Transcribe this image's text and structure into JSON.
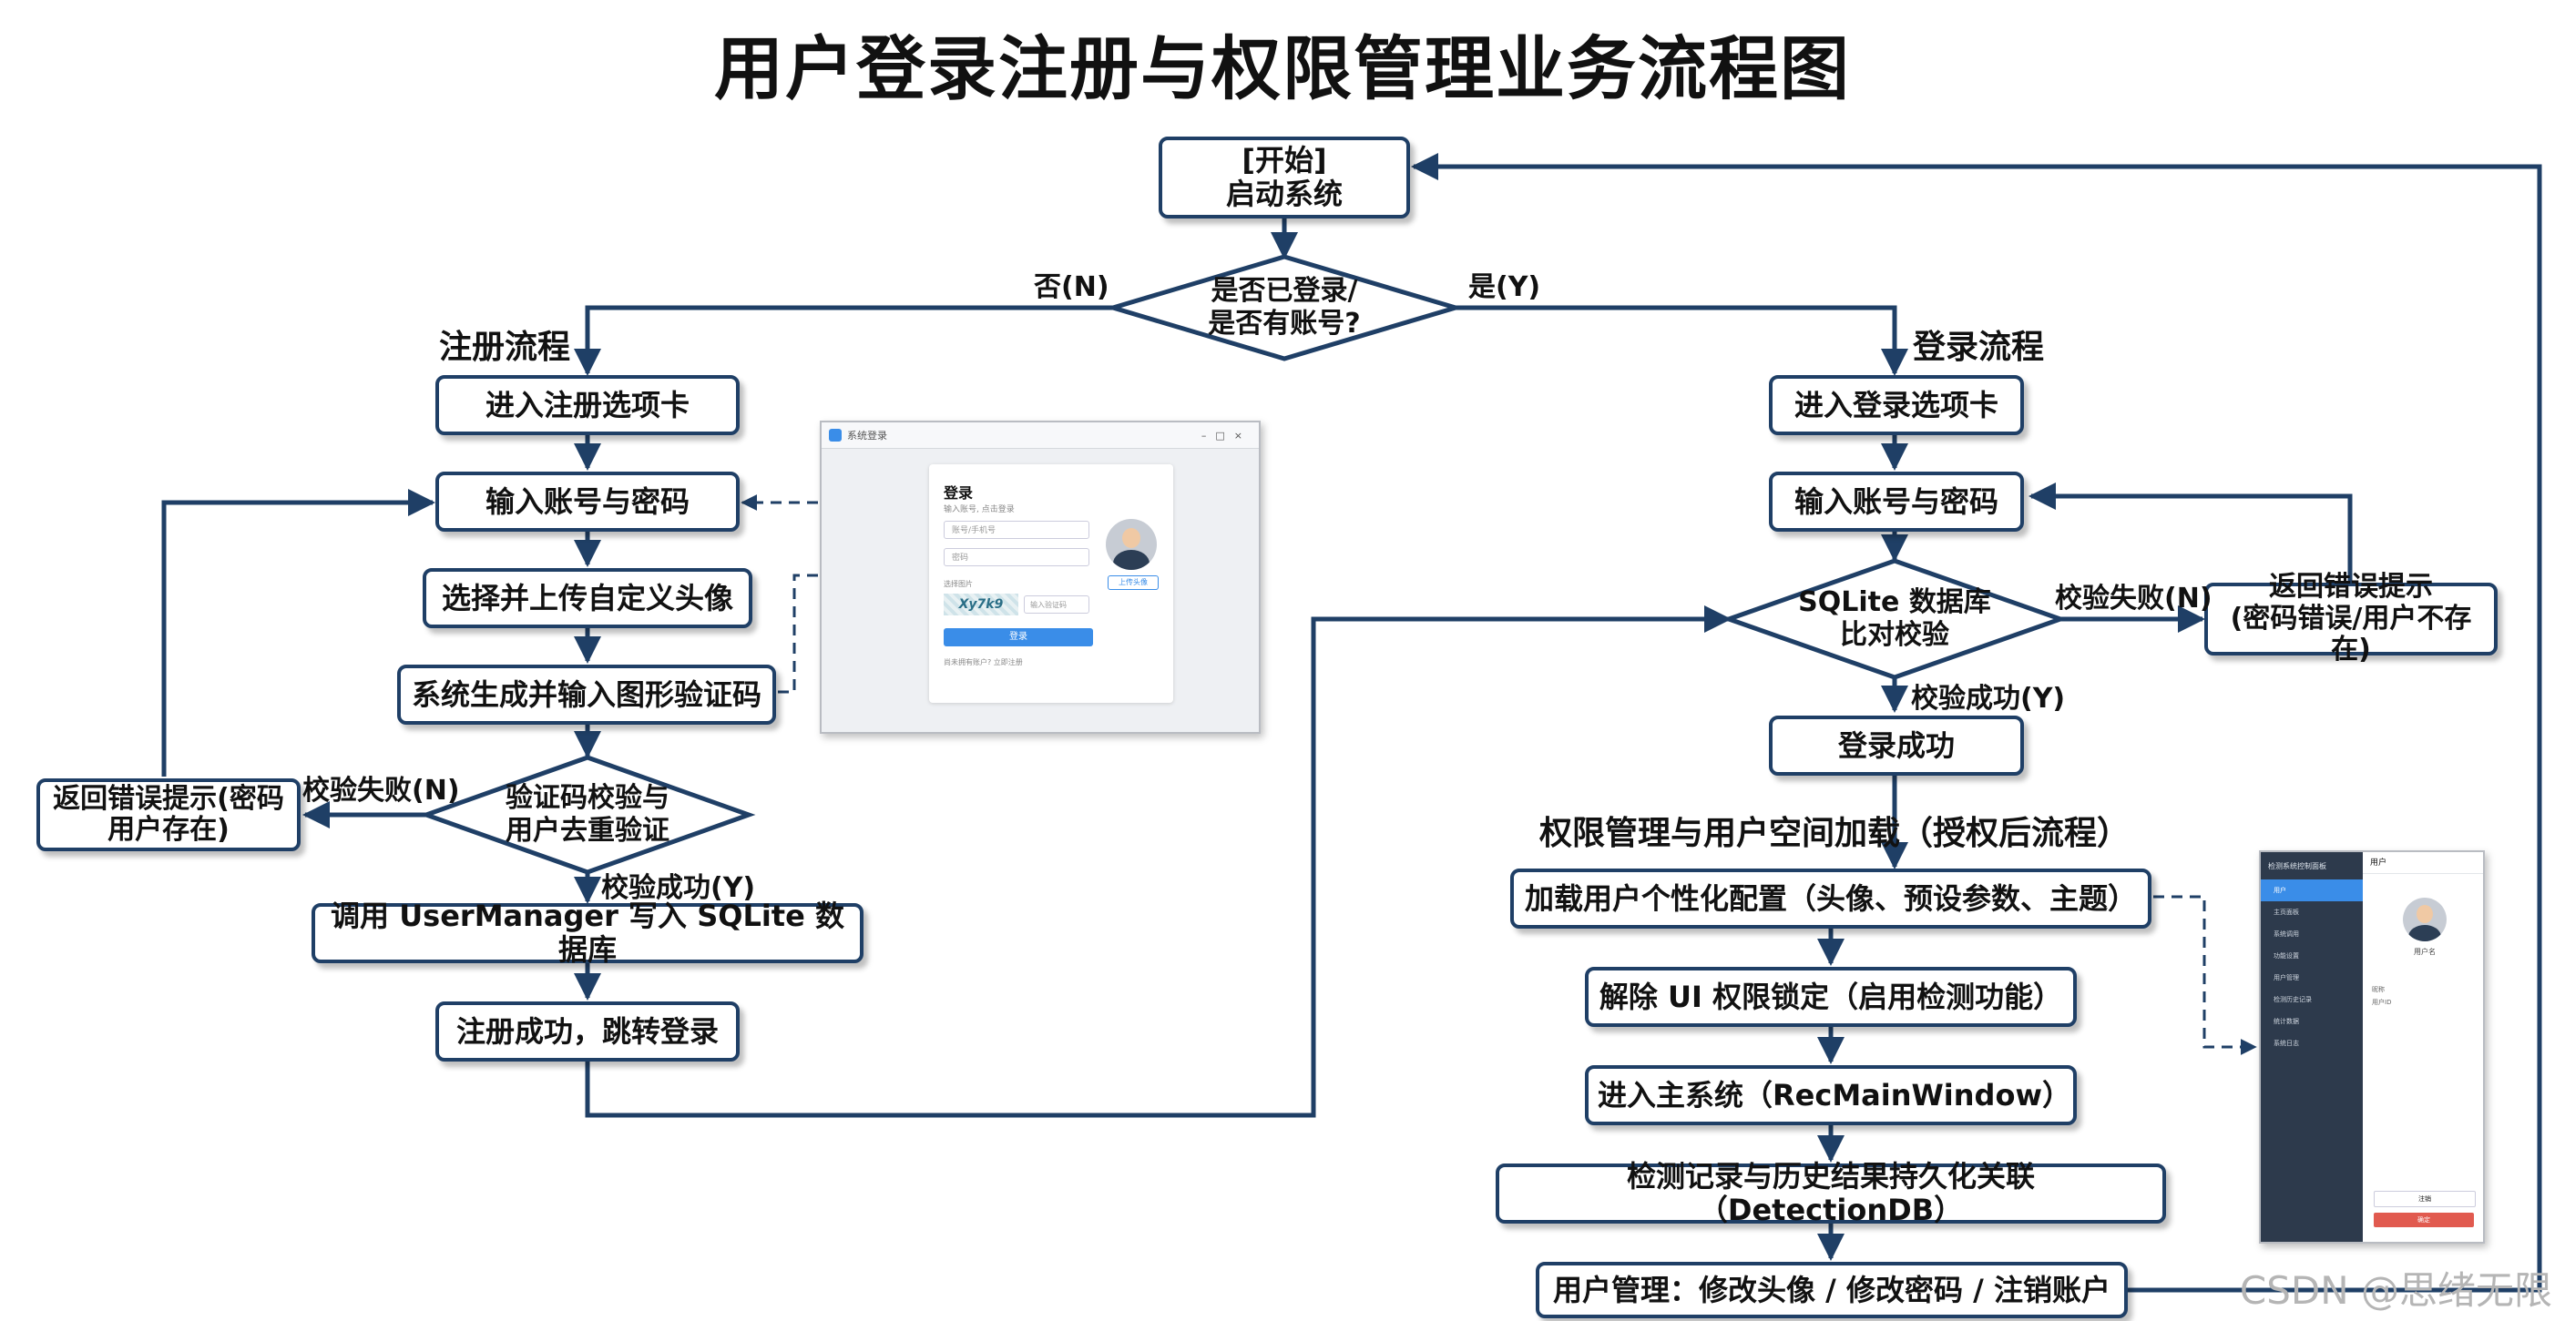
{
  "title": "用户登录注册与权限管理业务流程图",
  "nodes": {
    "start": "[开始]\n启动系统",
    "decision_login": "是否已登录/\n是否有账号?",
    "reg_tab": "进入注册选项卡",
    "reg_input": "输入账号与密码",
    "reg_avatar": "选择并上传自定义头像",
    "reg_captcha": "系统生成并输入图形验证码",
    "reg_verify": "验证码校验与\n用户去重验证",
    "reg_error": "返回错误提示(密码\n用户存在)",
    "reg_write": "调用 UserManager 写入 SQLite 数据库",
    "reg_success": "注册成功，跳转登录",
    "login_tab": "进入登录选项卡",
    "login_input": "输入账号与密码",
    "login_check": "SQLite 数据库\n比对校验",
    "login_error": "返回错误提示\n(密码错误/用户不存在)",
    "login_success": "登录成功",
    "perm_config": "加载用户个性化配置（头像、预设参数、主题）",
    "perm_unlock": "解除 UI 权限锁定（启用检测功能）",
    "perm_main": "进入主系统（RecMainWindow）",
    "perm_db": "检测记录与历史结果持久化关联（DetectionDB）",
    "perm_user": "用户管理：修改头像 / 修改密码 / 注销账户"
  },
  "labels": {
    "no": "否(N)",
    "yes": "是(Y)",
    "reg_section": "注册流程",
    "login_section": "登录流程",
    "perm_section": "权限管理与用户空间加载（授权后流程）",
    "reg_fail": "校验失败(N)",
    "reg_pass": "校验成功(Y)",
    "login_fail": "校验失败(N)",
    "login_pass": "校验成功(Y)"
  },
  "login_window": {
    "app_name": "系统登录",
    "heading": "登录",
    "subtitle": "输入账号, 点击登录",
    "username_placeholder": "账号/手机号",
    "password_placeholder": "密码",
    "upload_label": "上传头像",
    "captcha_label": "选择图片",
    "captcha_code": "Xy7k9",
    "captcha_placeholder": "输入验证码",
    "login_button": "登录",
    "footer_text": "尚未拥有账户? 立即注册",
    "footer_link": "注册"
  },
  "main_window": {
    "app_name": "检测系统控制面板",
    "menu": [
      "用户",
      "主页面板",
      "系统调用",
      "功能设置",
      "用户管理",
      "检测历史记录",
      "统计数据",
      "系统日志"
    ],
    "panel_title": "用户",
    "username": "用户名",
    "field1": "昵称",
    "field2": "用户ID",
    "btn_cancel": "注销",
    "btn_confirm": "确定"
  },
  "watermark": "CSDN @思绪无限",
  "colors": {
    "line": "#1f3f66",
    "node_border": "#1f3f66"
  }
}
